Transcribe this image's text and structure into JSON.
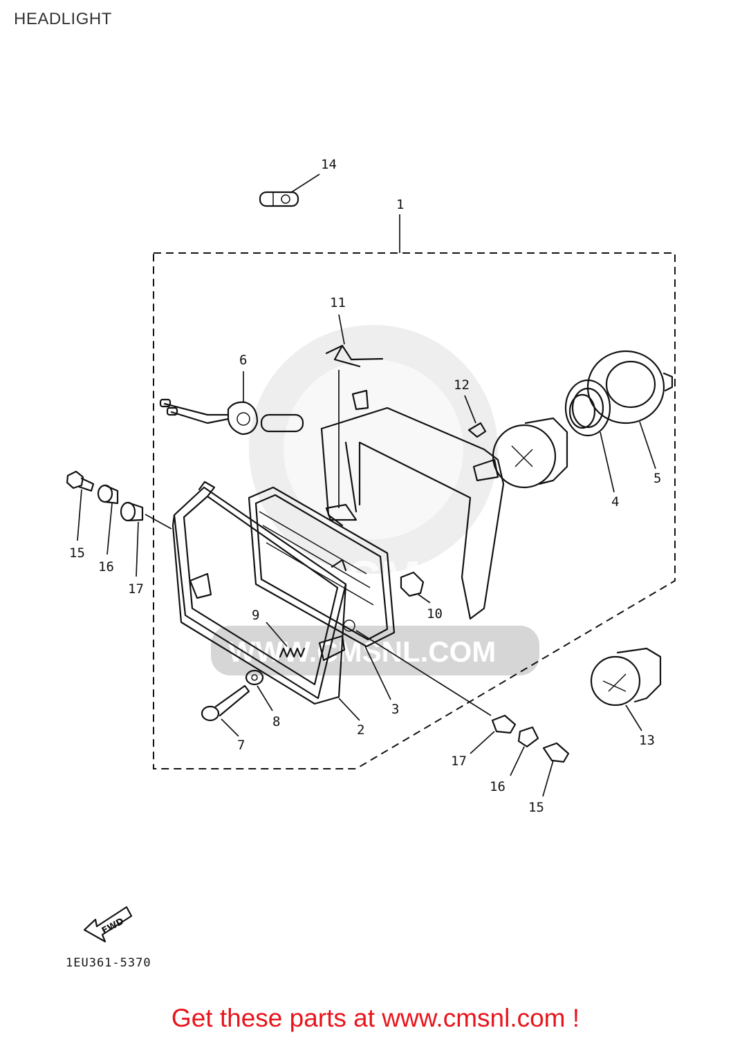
{
  "page": {
    "title": "HEADLIGHT",
    "footer_link": "Get these parts at www.cmsnl.com !",
    "drawing_code": "1EU361-5370"
  },
  "watermark": {
    "text": "WWW.CMSNL.COM",
    "logo_text": "CMS"
  },
  "fwd_arrow": {
    "label": "FWD"
  },
  "colors": {
    "footer_text": "#e8141b",
    "line_art": "#111111",
    "watermark": "#cfcfcf"
  },
  "callouts": {
    "c1": "1",
    "c2": "2",
    "c3": "3",
    "c4": "4",
    "c5": "5",
    "c6": "6",
    "c7": "7",
    "c8": "8",
    "c9": "9",
    "c10": "10",
    "c11": "11",
    "c12": "12",
    "c13": "13",
    "c14": "14",
    "c15a": "15",
    "c16a": "16",
    "c17a": "17",
    "c15b": "15",
    "c16b": "16",
    "c17b": "17"
  }
}
